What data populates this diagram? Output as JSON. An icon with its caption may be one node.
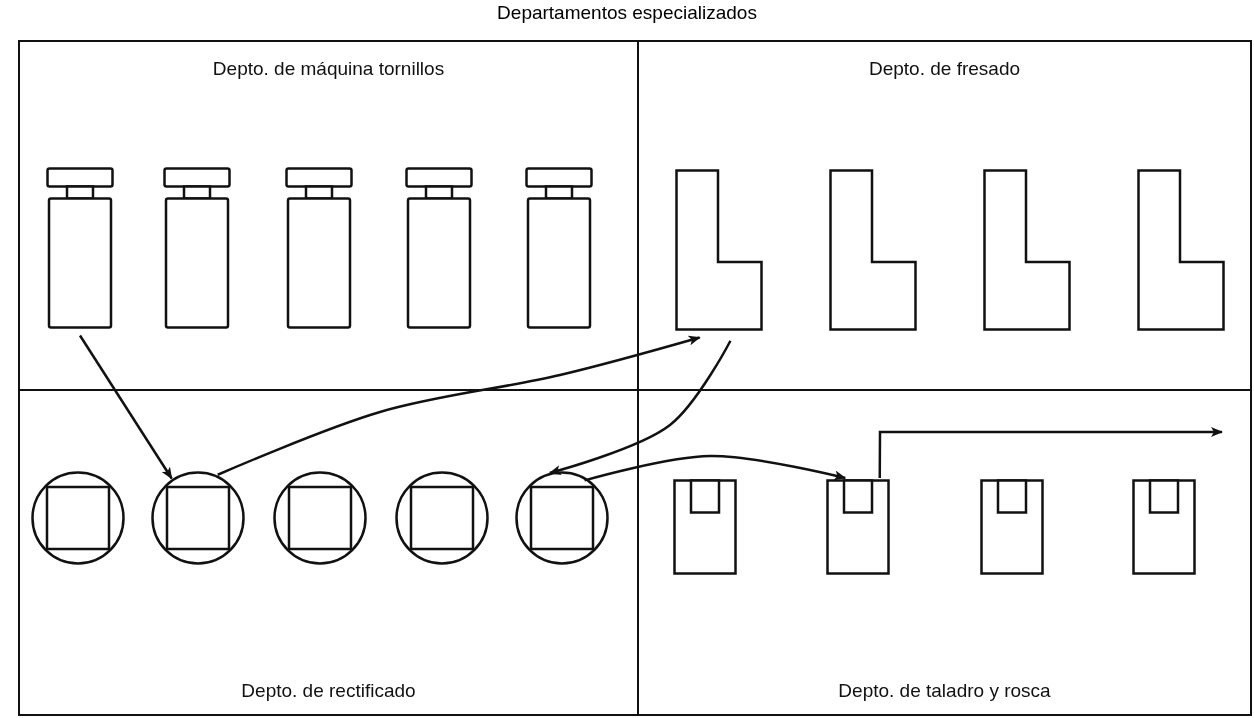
{
  "diagram": {
    "title": "Departamentos especializados",
    "nodes": [
      {
        "text": [
          "Depto. de máquina tornillos"
        ]
      },
      {
        "text": [],
        "shape": "box",
        "in": 0
      },
      {
        "text": [],
        "shape": "box",
        "in": 0
      },
      {
        "text": [],
        "shape": "box",
        "in": 0
      },
      {
        "text": [],
        "shape": "box",
        "in": 0
      },
      {
        "text": [],
        "shape": "box",
        "in": 0
      },
      {
        "text": [
          "Depto. de fresado"
        ]
      },
      {
        "text": [],
        "shape": "box",
        "in": 6
      },
      {
        "text": [],
        "shape": "box",
        "in": 6
      },
      {
        "text": [],
        "shape": "box",
        "in": 6
      },
      {
        "text": [],
        "shape": "box",
        "in": 6
      },
      {
        "text": [
          "Depto. de rectificado"
        ]
      },
      {
        "text": [],
        "shape": "circle",
        "in": 11
      },
      {
        "text": [],
        "shape": "circle",
        "in": 11
      },
      {
        "text": [],
        "shape": "circle",
        "in": 11
      },
      {
        "text": [],
        "shape": "circle",
        "in": 11
      },
      {
        "text": [],
        "shape": "circle",
        "in": 11
      },
      {
        "text": [
          "Depto. de taladro y rosca"
        ]
      },
      {
        "text": [],
        "shape": "box",
        "in": 17
      },
      {
        "text": [],
        "shape": "box",
        "in": 17
      },
      {
        "text": [],
        "shape": "box",
        "in": 17
      },
      {
        "text": [],
        "shape": "box",
        "in": 17
      }
    ],
    "edges": [
      {
        "from": 1,
        "to": 13,
        "arrow": "to"
      },
      {
        "from": 13,
        "to": 7,
        "arrow": "to"
      },
      {
        "from": 7,
        "to": 16,
        "arrow": "to"
      },
      {
        "from": 16,
        "to": 19,
        "arrow": "to"
      },
      {
        "from": 19,
        "to": null,
        "arrow": "to"
      }
    ]
  }
}
